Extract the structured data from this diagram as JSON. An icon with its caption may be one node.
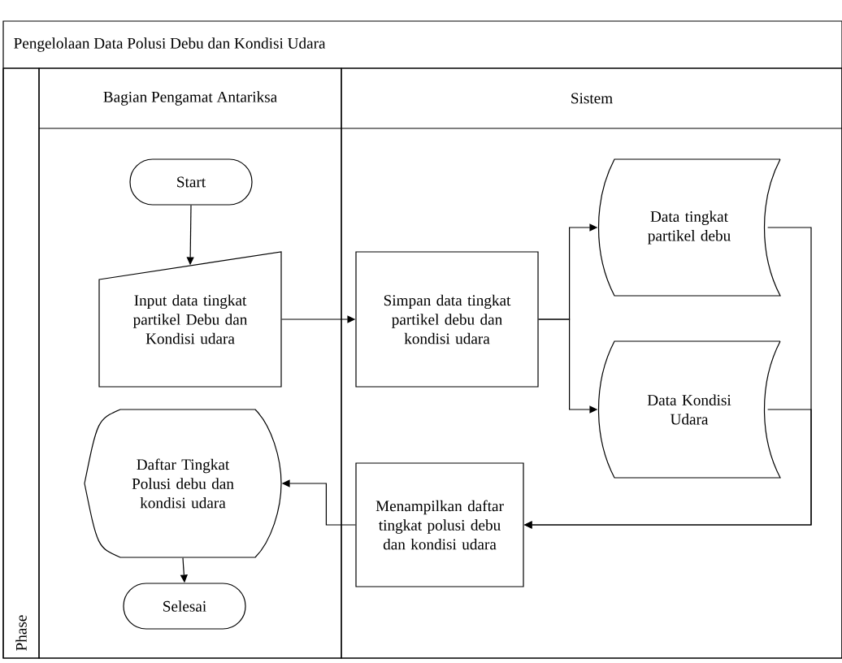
{
  "diagram": {
    "nodes": [
      {
        "text": [
          "Pengelolaan Data Polusi Debu dan Kondisi Udara"
        ]
      },
      {
        "text": [
          "Bagian Pengamat Antariksa"
        ],
        "in": 0
      },
      {
        "text": [
          "Sistem"
        ],
        "in": 0
      },
      {
        "text": [
          "Phase"
        ],
        "in": 0
      },
      {
        "text": [
          "Start"
        ],
        "in": 1
      },
      {
        "text": [
          "Input data tingkat partikel Debu dan Kondisi udara"
        ],
        "in": 1
      },
      {
        "text": [
          "Simpan data tingkat partikel debu dan kondisi udara"
        ],
        "in": 2
      },
      {
        "text": [
          "Data tingkat partikel debu"
        ],
        "in": 2
      },
      {
        "text": [
          "Data Kondisi Udara"
        ],
        "in": 2
      },
      {
        "text": [
          "Menampilkan daftar tingkat polusi debu dan kondisi udara"
        ],
        "in": 2
      },
      {
        "text": [
          "Daftar Tingkat Polusi debu dan kondisi udara"
        ],
        "in": 1
      },
      {
        "text": [
          "Selesai"
        ],
        "in": 1
      }
    ],
    "edges": [
      {
        "from": 4,
        "to": 5,
        "arrow": "to"
      },
      {
        "from": 5,
        "to": 6,
        "arrow": "to"
      },
      {
        "from": 6,
        "to": 7,
        "arrow": "to"
      },
      {
        "from": 6,
        "to": 8,
        "arrow": "to"
      },
      {
        "from": 7,
        "to": 9,
        "arrow": "to"
      },
      {
        "from": 8,
        "to": 9,
        "arrow": "to"
      },
      {
        "from": 9,
        "to": 10,
        "arrow": "to"
      },
      {
        "from": 10,
        "to": 11,
        "arrow": "to"
      }
    ]
  }
}
